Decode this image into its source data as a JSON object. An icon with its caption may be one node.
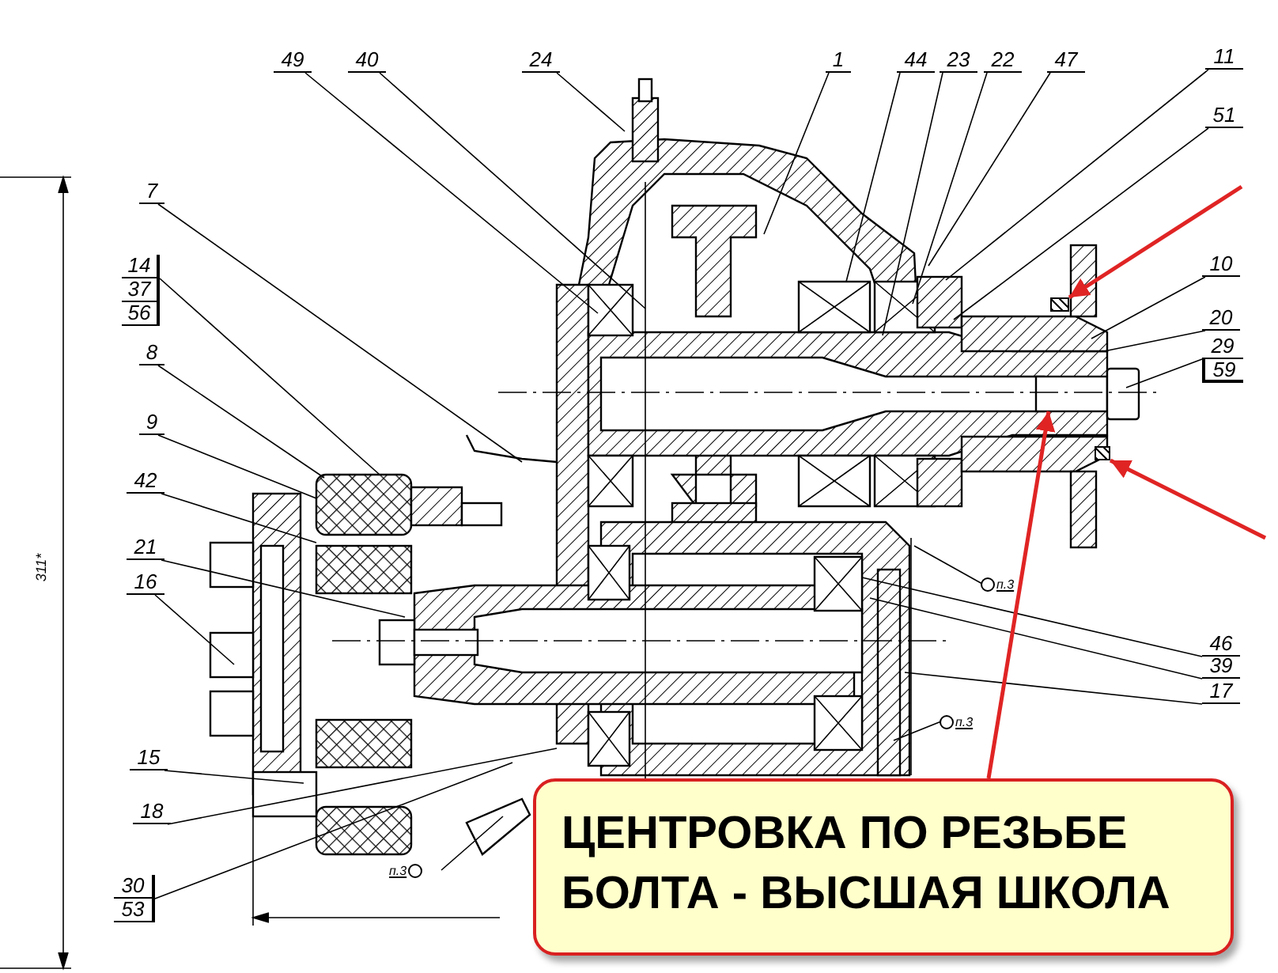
{
  "diagram": {
    "nodes": [
      {
        "text": [
          "49"
        ]
      },
      {
        "text": [
          "40"
        ]
      },
      {
        "text": [
          "24"
        ]
      },
      {
        "text": [
          "1"
        ]
      },
      {
        "text": [
          "44"
        ]
      },
      {
        "text": [
          "23"
        ]
      },
      {
        "text": [
          "22"
        ]
      },
      {
        "text": [
          "47"
        ]
      },
      {
        "text": [
          "11"
        ]
      },
      {
        "text": [
          "51"
        ]
      },
      {
        "text": [
          "7"
        ]
      },
      {
        "text": [
          "14",
          "37",
          "56"
        ]
      },
      {
        "text": [
          "10"
        ]
      },
      {
        "text": [
          "20"
        ]
      },
      {
        "text": [
          "29",
          "59"
        ]
      },
      {
        "text": [
          "8"
        ]
      },
      {
        "text": [
          "9"
        ]
      },
      {
        "text": [
          "42"
        ]
      },
      {
        "text": [
          "21"
        ]
      },
      {
        "text": [
          "16"
        ]
      },
      {
        "text": [
          "п.3"
        ]
      },
      {
        "text": [
          "46"
        ]
      },
      {
        "text": [
          "39"
        ]
      },
      {
        "text": [
          "17"
        ]
      },
      {
        "text": [
          "п.3"
        ]
      },
      {
        "text": [
          "15"
        ]
      },
      {
        "text": [
          "18"
        ]
      },
      {
        "text": [
          "п.3"
        ]
      },
      {
        "text": [
          "30",
          "53"
        ]
      },
      {
        "text": [
          "ЦЕНТРОВКА ПО РЕЗЬБЕ БОЛТА - ВЫСШАЯ ШКОЛА"
        ]
      },
      {
        "text": [],
        "shape": "box"
      },
      {
        "text": [],
        "shape": "box"
      }
    ],
    "edges": [
      {
        "from": 0,
        "to": null,
        "arrow": "none"
      },
      {
        "from": 1,
        "to": null,
        "arrow": "none"
      },
      {
        "from": 2,
        "to": null,
        "arrow": "none"
      },
      {
        "from": 3,
        "to": null,
        "arrow": "none"
      },
      {
        "from": 4,
        "to": null,
        "arrow": "none"
      },
      {
        "from": 5,
        "to": null,
        "arrow": "none"
      },
      {
        "from": 6,
        "to": null,
        "arrow": "none"
      },
      {
        "from": 7,
        "to": null,
        "arrow": "none"
      },
      {
        "from": 8,
        "to": null,
        "arrow": "none"
      },
      {
        "from": 9,
        "to": null,
        "arrow": "none"
      },
      {
        "from": 10,
        "to": null,
        "arrow": "none"
      },
      {
        "from": 11,
        "to": null,
        "arrow": "none"
      },
      {
        "from": 12,
        "to": null,
        "arrow": "none"
      },
      {
        "from": 13,
        "to": null,
        "arrow": "none"
      },
      {
        "from": 14,
        "to": null,
        "arrow": "none"
      },
      {
        "from": 15,
        "to": null,
        "arrow": "none"
      },
      {
        "from": 16,
        "to": null,
        "arrow": "none"
      },
      {
        "from": 17,
        "to": null,
        "arrow": "none"
      },
      {
        "from": 18,
        "to": null,
        "arrow": "none"
      },
      {
        "from": 19,
        "to": null,
        "arrow": "none"
      },
      {
        "from": 20,
        "to": null,
        "arrow": "none"
      },
      {
        "from": 21,
        "to": null,
        "arrow": "none"
      },
      {
        "from": 22,
        "to": null,
        "arrow": "none"
      },
      {
        "from": 23,
        "to": null,
        "arrow": "none"
      },
      {
        "from": 24,
        "to": null,
        "arrow": "none"
      },
      {
        "from": 25,
        "to": null,
        "arrow": "none"
      },
      {
        "from": 26,
        "to": null,
        "arrow": "none"
      },
      {
        "from": 27,
        "to": null,
        "arrow": "none"
      },
      {
        "from": 28,
        "to": null,
        "arrow": "none"
      },
      {
        "from": 29,
        "to": null,
        "arrow": "to",
        "style": "thick",
        "color": "#e02424"
      },
      {
        "from": null,
        "to": 30,
        "arrow": "to",
        "style": "thick",
        "color": "#e02424"
      },
      {
        "from": null,
        "to": 31,
        "arrow": "to",
        "style": "thick",
        "color": "#e02424"
      }
    ],
    "labels": [
      "311*"
    ]
  }
}
